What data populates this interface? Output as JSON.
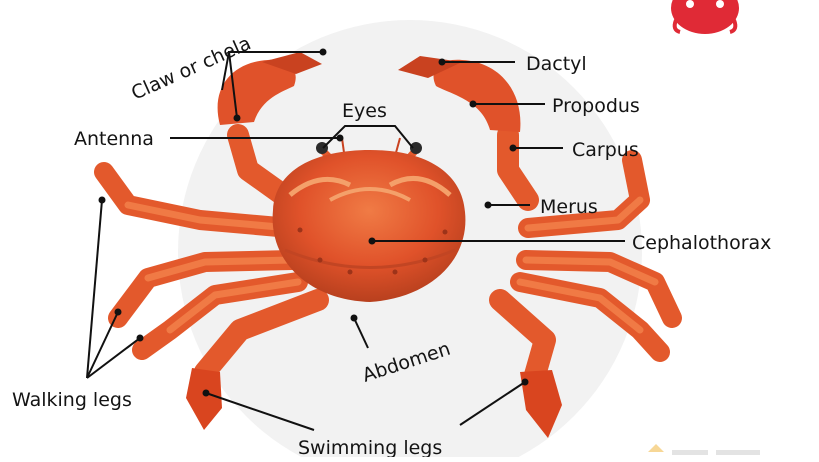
{
  "diagram": {
    "labels": {
      "claw": "Claw or chela",
      "eyes": "Eyes",
      "antenna": "Antenna",
      "dactyl": "Dactyl",
      "propodus": "Propodus",
      "carpus": "Carpus",
      "merus": "Merus",
      "cephalothorax": "Cephalothorax",
      "abdomen": "Abdomen",
      "walking_legs": "Walking legs",
      "swimming_legs": "Swimming legs"
    }
  },
  "colors": {
    "shell": "#e0522a",
    "shell_dark": "#b8401e",
    "leg": "#e3592c",
    "leg_light": "#f07a45",
    "backdrop": "#f2f2f2",
    "line": "#111111"
  }
}
